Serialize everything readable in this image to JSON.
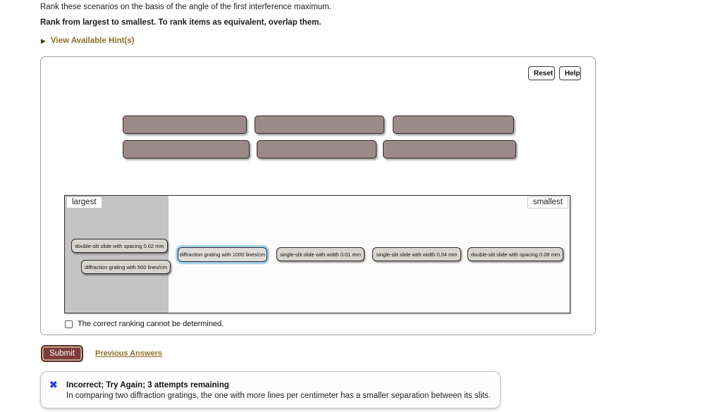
{
  "question": {
    "prompt": "Rank these scenarios on the basis of the angle of the first interference maximum.",
    "instruction": "Rank from largest to smallest. To rank items as equivalent, overlap them.",
    "hint_link": "View Available Hint(s)"
  },
  "panel": {
    "reset_label": "Reset",
    "help_label": "Help",
    "rank_slot_count": 6,
    "tray": {
      "largest_label": "largest",
      "smallest_label": "smallest",
      "items": [
        {
          "label": "double-slit slide with spacing 0.02 mm",
          "selected": false
        },
        {
          "label": "diffraction grating with 500 lines/cm",
          "selected": false
        },
        {
          "label": "diffraction grating with 1000 lines/cm",
          "selected": true
        },
        {
          "label": "single-slit slide with width 0.01 mm",
          "selected": false
        },
        {
          "label": "single-slit slide with width 0.04 mm",
          "selected": false
        },
        {
          "label": "double-slit slide with spacing 0.08 mm",
          "selected": false
        }
      ]
    },
    "checkbox": {
      "label": "The correct ranking cannot be determined.",
      "checked": false
    }
  },
  "actions": {
    "submit_label": "Submit",
    "previous_answers_label": "Previous Answers"
  },
  "feedback": {
    "icon": "incorrect-x",
    "title": "Incorrect; Try Again; 3 attempts remaining",
    "message": "In comparing two diffraction gratings, the one with more lines per centimeter has a smaller separation between its slits."
  },
  "colors": {
    "rank_slot_fill": "#9c8a8a",
    "item_fill": "#d8d4d0",
    "selected_item_glow": "#a5d2ef",
    "tray_shade": "#c4c4c4",
    "hint_link": "#8f6f2a",
    "submit_bg": "#7d3a3b",
    "incorrect_x": "#2948d1"
  }
}
